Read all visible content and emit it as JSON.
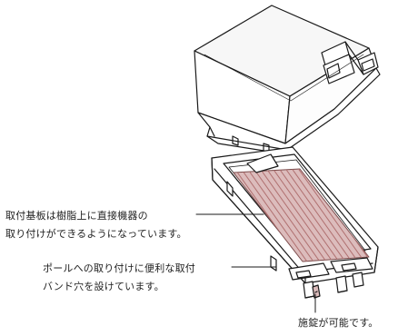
{
  "callouts": {
    "board": {
      "line1": "取付基板は樹脂上に直接機器の",
      "line2": "取り付けができるようになっています。"
    },
    "pole": {
      "line1": "ポールへの取り付けに便利な取付",
      "line2": "バンド穴を設けています。"
    },
    "lock": {
      "line1": "施錠が可能です。"
    }
  },
  "colors": {
    "outline": "#1a1a1a",
    "board_fill": "#dcbcbc",
    "stripe": "#b07070",
    "lid_shade": "#f4f4f4"
  }
}
